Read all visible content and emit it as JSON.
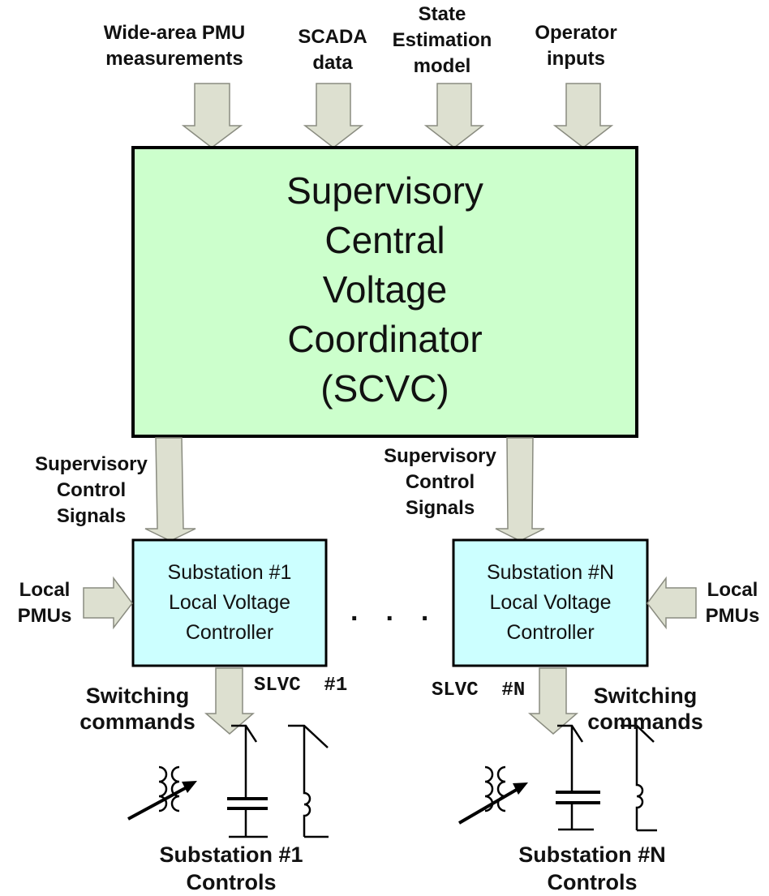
{
  "inputs": {
    "pmu": [
      "Wide-area PMU",
      "measurements"
    ],
    "scada": [
      "SCADA",
      "data"
    ],
    "state": [
      "State",
      "Estimation",
      "model"
    ],
    "operator": [
      "Operator",
      "inputs"
    ]
  },
  "scvc": {
    "lines": [
      "Supervisory",
      "Central",
      "Voltage",
      "Coordinator",
      "(SCVC)"
    ],
    "fill": "#ccffcc"
  },
  "signals_left": [
    "Supervisory",
    "Control",
    "Signals"
  ],
  "signals_right": [
    "Supervisory",
    "Control",
    "Signals"
  ],
  "substation_1": {
    "lines": [
      "Substation #1",
      "Local Voltage",
      "Controller"
    ],
    "tag": "SLVC  #1",
    "fill": "#ccffff"
  },
  "substation_n": {
    "lines": [
      "Substation #N",
      "Local Voltage",
      "Controller"
    ],
    "tag": "SLVC  #N",
    "fill": "#ccffff"
  },
  "ellipsis": "...",
  "local_pmus_left": [
    "Local",
    "PMUs"
  ],
  "local_pmus_right": [
    "Local",
    "PMUs"
  ],
  "switching_left": [
    "Switching",
    "commands"
  ],
  "switching_right": [
    "Switching",
    "commands"
  ],
  "controls_1": [
    "Substation #1",
    "Controls"
  ],
  "controls_n": [
    "Substation #N",
    "Controls"
  ],
  "arrow_fill": "#dde0d0",
  "arrow_stroke": "#8a8c80"
}
